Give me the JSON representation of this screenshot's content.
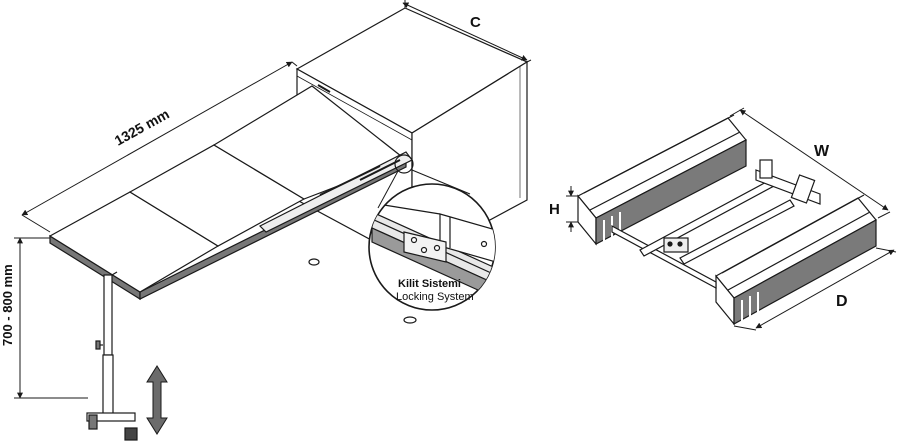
{
  "labels": {
    "length": "1325 mm",
    "height_range": "700 - 800 mm",
    "cabinet_depth": "C",
    "mech_width": "W",
    "mech_height": "H",
    "mech_depth": "D",
    "lock_title": "Kilit Sistemi",
    "lock_subtitle": "Locking System"
  },
  "icons": {
    "height_adjust": "double-arrow-vertical-icon"
  },
  "colors": {
    "line": "#1a1a1a",
    "accent": "#6b6b6b",
    "background": "#ffffff"
  }
}
